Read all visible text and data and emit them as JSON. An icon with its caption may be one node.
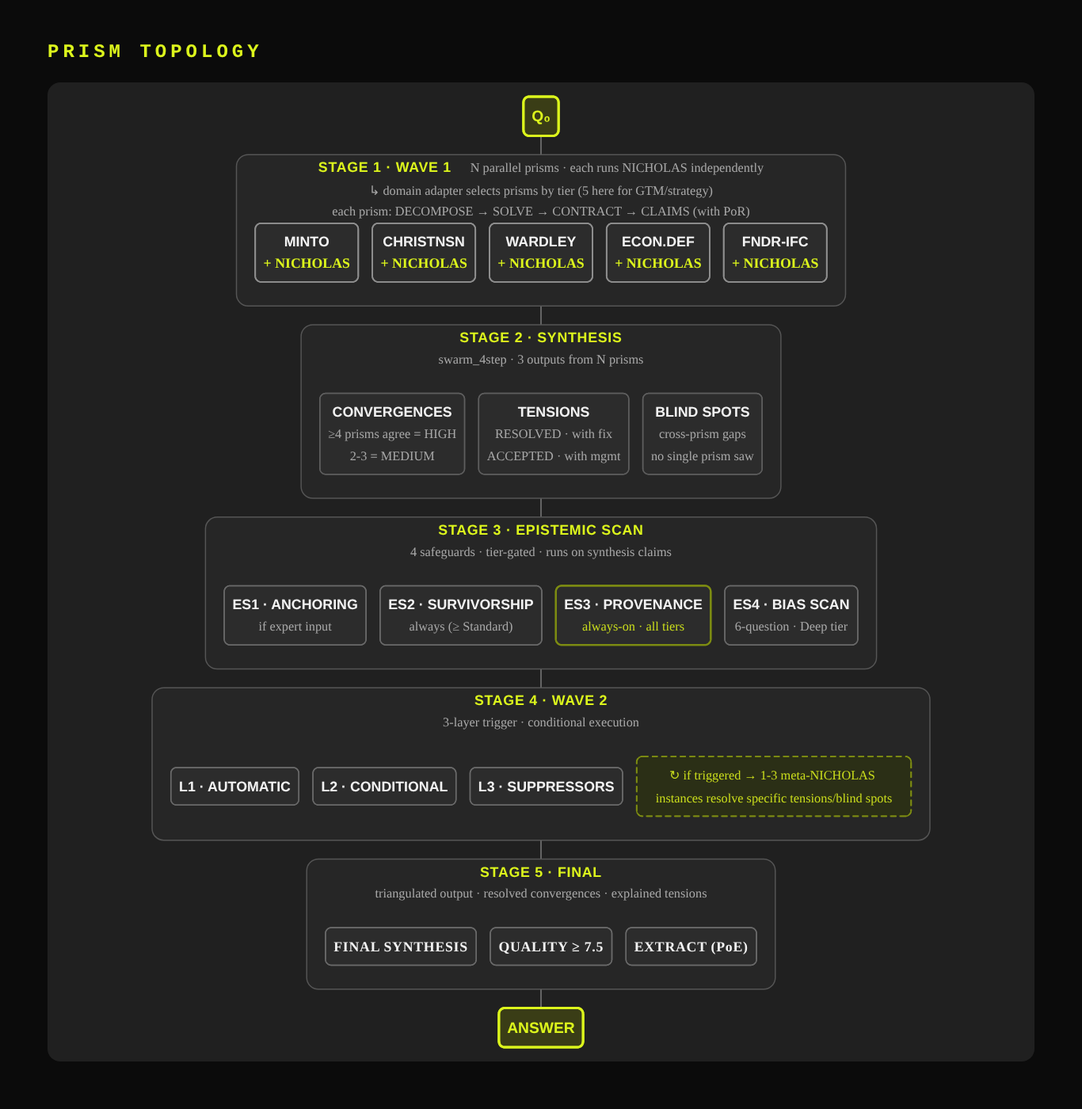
{
  "diagram": {
    "title": "PRISM TOPOLOGY",
    "nodes": [
      {
        "text": [
          "Q₀"
        ]
      },
      {
        "text": [
          "STAGE 1 · WAVE 1",
          "N parallel prisms · each runs NICHOLAS independently",
          "↳ domain adapter selects prisms by tier (5 here for GTM/strategy)",
          "each prism: DECOMPOSE → SOLVE → CONTRACT → CLAIMS (with PoR)"
        ]
      },
      {
        "text": [
          "MINTO",
          "+ NICHOLAS"
        ],
        "in": 1
      },
      {
        "text": [
          "CHRISTNSN",
          "+ NICHOLAS"
        ],
        "in": 1
      },
      {
        "text": [
          "WARDLEY",
          "+ NICHOLAS"
        ],
        "in": 1
      },
      {
        "text": [
          "ECON.DEF",
          "+ NICHOLAS"
        ],
        "in": 1
      },
      {
        "text": [
          "FNDR-IFC",
          "+ NICHOLAS"
        ],
        "in": 1
      },
      {
        "text": [
          "STAGE 2 · SYNTHESIS",
          "swarm_4step · 3 outputs from N prisms"
        ]
      },
      {
        "text": [
          "CONVERGENCES",
          "≥4 prisms agree = HIGH",
          "2-3 = MEDIUM"
        ],
        "in": 7
      },
      {
        "text": [
          "TENSIONS",
          "RESOLVED · with fix",
          "ACCEPTED · with mgmt"
        ],
        "in": 7
      },
      {
        "text": [
          "BLIND SPOTS",
          "cross-prism gaps",
          "no single prism saw"
        ],
        "in": 7
      },
      {
        "text": [
          "STAGE 3 · EPISTEMIC SCAN",
          "4 safeguards · tier-gated · runs on synthesis claims"
        ]
      },
      {
        "text": [
          "ES1 · ANCHORING",
          "if expert input"
        ],
        "in": 11
      },
      {
        "text": [
          "ES2 · SURVIVORSHIP",
          "always (≥ Standard)"
        ],
        "in": 11
      },
      {
        "text": [
          "ES3 · PROVENANCE",
          "always-on · all tiers"
        ],
        "in": 11
      },
      {
        "text": [
          "ES4 · BIAS SCAN",
          "6-question · Deep tier"
        ],
        "in": 11
      },
      {
        "text": [
          "STAGE 4 · WAVE 2",
          "3-layer trigger · conditional execution"
        ]
      },
      {
        "text": [
          "L1 · AUTOMATIC"
        ],
        "in": 16
      },
      {
        "text": [
          "L2 · CONDITIONAL"
        ],
        "in": 16
      },
      {
        "text": [
          "L3 · SUPPRESSORS"
        ],
        "in": 16
      },
      {
        "text": [
          "↻ if triggered → 1-3 meta-NICHOLAS instances resolve specific tensions/blind spots"
        ],
        "in": 16
      },
      {
        "text": [
          "STAGE 5 · FINAL",
          "triangulated output · resolved convergences · explained tensions"
        ]
      },
      {
        "text": [
          "FINAL SYNTHESIS"
        ],
        "in": 21
      },
      {
        "text": [
          "QUALITY ≥ 7.5"
        ],
        "in": 21
      },
      {
        "text": [
          "EXTRACT (PoE)"
        ],
        "in": 21
      },
      {
        "text": [
          "ANSWER"
        ]
      }
    ],
    "edges": [
      {
        "from": 0,
        "to": 1,
        "arrow": "none"
      },
      {
        "from": 1,
        "to": 7,
        "arrow": "none"
      },
      {
        "from": 7,
        "to": 11,
        "arrow": "none"
      },
      {
        "from": 11,
        "to": 16,
        "arrow": "none"
      },
      {
        "from": 16,
        "to": 21,
        "arrow": "none"
      },
      {
        "from": 21,
        "to": 25,
        "arrow": "none"
      }
    ]
  }
}
